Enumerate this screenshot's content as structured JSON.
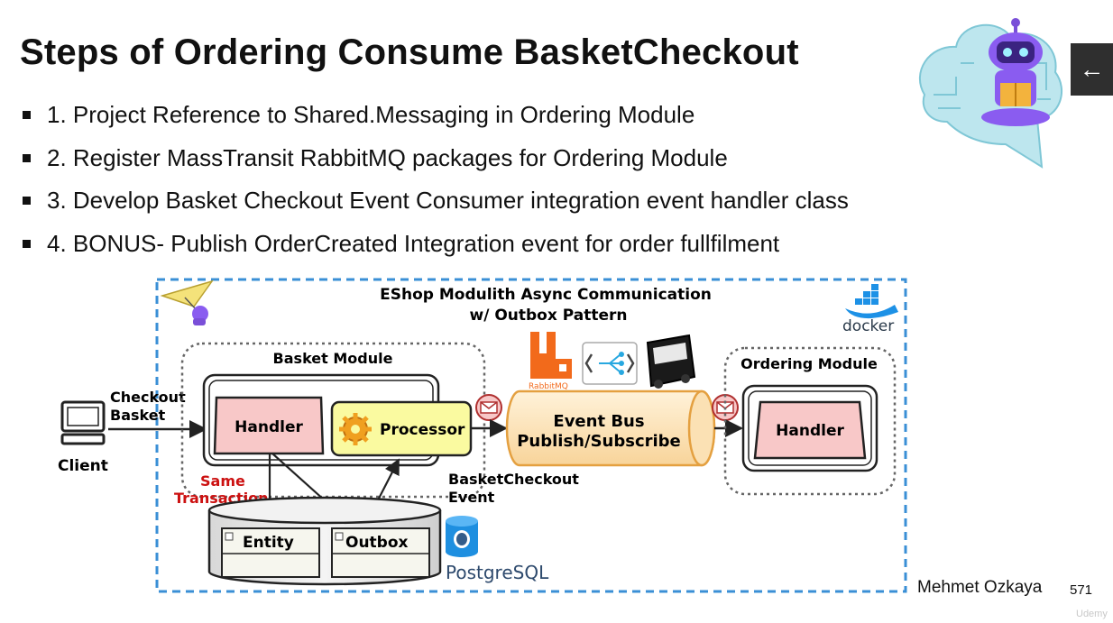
{
  "slide": {
    "title": "Steps of Ordering Consume BasketCheckout",
    "bullets": [
      "1. Project Reference to Shared.Messaging in Ordering Module",
      "2. Register MassTransit RabbitMQ packages for Ordering Module",
      "3. Develop Basket Checkout Event Consumer integration event handler class",
      "4. BONUS- Publish OrderCreated Integration event for order fullfilment"
    ],
    "author": "Mehmet Ozkaya",
    "page_number": "571",
    "watermark": "Udemy"
  },
  "nav": {
    "back_icon": "arrow-left-icon"
  },
  "diagram": {
    "title_line1": "EShop Modulith Async Communication",
    "title_line2": "w/ Outbox Pattern",
    "docker_label": "docker",
    "client_label": "Client",
    "checkout_label_line1": "Checkout",
    "checkout_label_line2": "Basket",
    "basket_module_label": "Basket Module",
    "handler_label": "Handler",
    "processor_label": "Processor",
    "same_transaction_line1": "Same",
    "same_transaction_line2": "Transaction",
    "entity_label": "Entity",
    "outbox_label": "Outbox",
    "postgres_label": "PostgreSQL",
    "rabbitmq_label": "RabbitMQ",
    "event_bus_line1": "Event Bus",
    "event_bus_line2": "Publish/Subscribe",
    "event_name_line1": "BasketCheckout",
    "event_name_line2": "Event",
    "ordering_module_label": "Ordering Module",
    "ordering_handler_label": "Handler",
    "colors": {
      "border_blue": "#3a8fd6",
      "handler_pink": "#f8c8c8",
      "processor_yellow": "#fafaa0",
      "bus_fill": "#fde3b8",
      "bus_stroke": "#e4a040",
      "red_text": "#cc1111",
      "rabbit_orange": "#f26a1b"
    }
  }
}
